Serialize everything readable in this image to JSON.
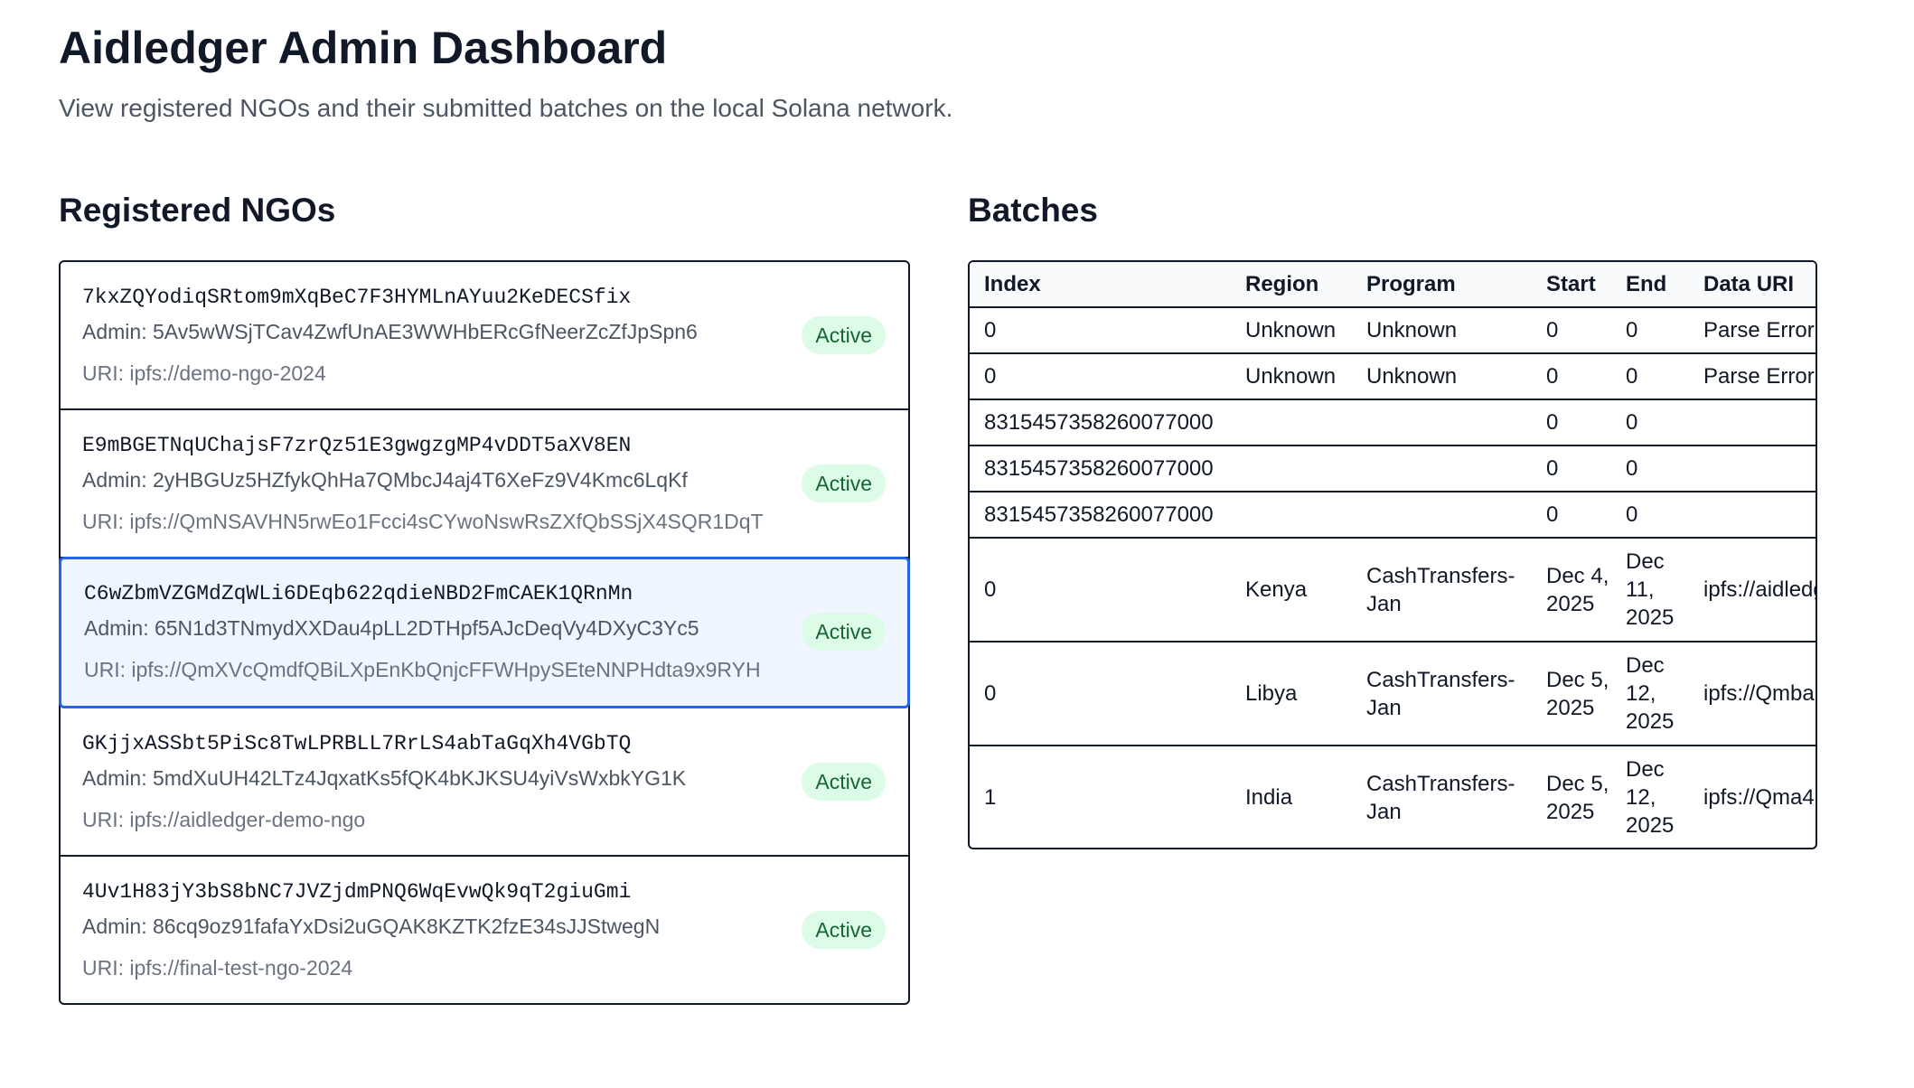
{
  "header": {
    "title": "Aidledger Admin Dashboard",
    "subtitle": "View registered NGOs and their submitted batches on the local Solana network."
  },
  "ngos": {
    "title": "Registered NGOs",
    "items": [
      {
        "key": "7kxZQYodiqSRtom9mXqBeC7F3HYMLnAYuu2KeDECSfix",
        "admin": "Admin: 5Av5wWSjTCav4ZwfUnAE3WWHbERcGfNeerZcZfJpSpn6",
        "uri": "URI: ipfs://demo-ngo-2024",
        "status": "Active"
      },
      {
        "key": "E9mBGETNqUChajsF7zrQz51E3gwgzgMP4vDDT5aXV8EN",
        "admin": "Admin: 2yHBGUz5HZfykQhHa7QMbcJ4aj4T6XeFz9V4Kmc6LqKf",
        "uri": "URI: ipfs://QmNSAVHN5rwEo1Fcci4sCYwoNswRsZXfQbSSjX4SQR1DqT",
        "status": "Active"
      },
      {
        "key": "C6wZbmVZGMdZqWLi6DEqb622qdieNBD2FmCAEK1QRnMn",
        "admin": "Admin: 65N1d3TNmydXXDau4pLL2DTHpf5AJcDeqVy4DXyC3Yc5",
        "uri": "URI: ipfs://QmXVcQmdfQBiLXpEnKbQnjcFFWHpySEteNNPHdta9x9RYH",
        "status": "Active",
        "selected": true
      },
      {
        "key": "GKjjxASSbt5PiSc8TwLPRBLL7RrLS4abTaGqXh4VGbTQ",
        "admin": "Admin: 5mdXuUH42LTz4JqxatKs5fQK4bKJKSU4yiVsWxbkYG1K",
        "uri": "URI: ipfs://aidledger-demo-ngo",
        "status": "Active"
      },
      {
        "key": "4Uv1H83jY3bS8bNC7JVZjdmPNQ6WqEvwQk9qT2giuGmi",
        "admin": "Admin: 86cq9oz91fafaYxDsi2uGQAK8KZTK2fzE34sJJStwegN",
        "uri": "URI: ipfs://final-test-ngo-2024",
        "status": "Active"
      }
    ]
  },
  "batches": {
    "title": "Batches",
    "columns": [
      "Index",
      "Region",
      "Program",
      "Start",
      "End",
      "Data URI"
    ],
    "rows": [
      [
        "0",
        "Unknown",
        "Unknown",
        "0",
        "0",
        "Parse Error"
      ],
      [
        "0",
        "Unknown",
        "Unknown",
        "0",
        "0",
        "Parse Error"
      ],
      [
        "8315457358260077000",
        "",
        "",
        "0",
        "0",
        ""
      ],
      [
        "8315457358260077000",
        "",
        "",
        "0",
        "0",
        ""
      ],
      [
        "8315457358260077000",
        "",
        "",
        "0",
        "0",
        ""
      ],
      [
        "0",
        "Kenya",
        "CashTransfers-Jan",
        "Dec 4, 2025",
        "Dec 11, 2025",
        "ipfs://aidledger"
      ],
      [
        "0",
        "Libya",
        "CashTransfers-Jan",
        "Dec 5, 2025",
        "Dec 12, 2025",
        "ipfs://Qmba"
      ],
      [
        "1",
        "India",
        "CashTransfers-Jan",
        "Dec 5, 2025",
        "Dec 12, 2025",
        "ipfs://Qma4"
      ]
    ]
  }
}
